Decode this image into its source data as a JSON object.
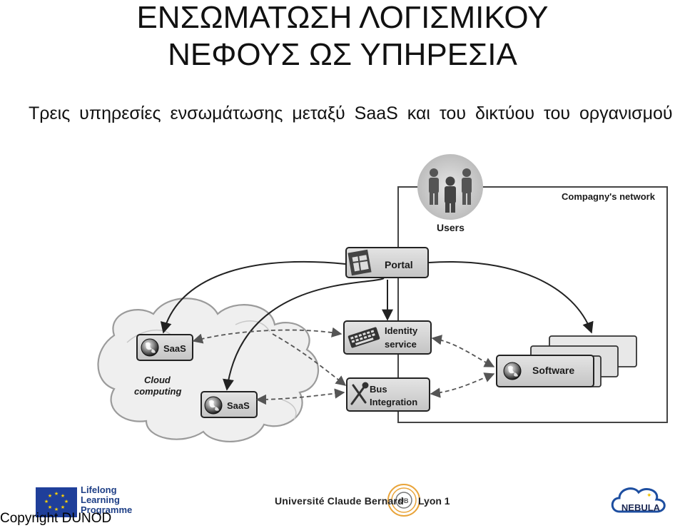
{
  "slide": {
    "title_line1": "ΕΝΣΩΜΑΤΩΣΗ ΛΟΓΙΣΜΙΚΟΥ",
    "title_line2": "ΝΕΦΟΥΣ ΩΣ ΥΠΗΡΕΣΙΑ",
    "subtitle": "Τρεις υπηρεσίες ενσωμάτωσης μεταξύ SaaS και του δικτύου του οργανισμού"
  },
  "diagram": {
    "network_label": "Compagny's network",
    "users_label": "Users",
    "portal_label": "Portal",
    "identity_label_line1": "Identity",
    "identity_label_line2": "service",
    "bus_label_line1": "Bus",
    "bus_label_line2": "Integration",
    "software_label": "Software",
    "saas_label_1": "SaaS",
    "saas_label_2": "SaaS",
    "cloud_label_line1": "Cloud",
    "cloud_label_line2": "computing",
    "icons": [
      "users-icon",
      "portal-window-icon",
      "identity-keyboard-icon",
      "bus-tools-icon",
      "globe-icon"
    ]
  },
  "footer": {
    "copyright": "Copyright DUNOD",
    "llp_line1": "Lifelong",
    "llp_line2": "Learning",
    "llp_line3": "Programme",
    "university": "Université Claude Bernard",
    "lyon": "Lyon 1",
    "nebula": "NEBULA"
  },
  "colors": {
    "eu_blue": "#1f3f9a",
    "eu_star": "#ffd200",
    "box_fill": "#d5d5d5",
    "box_stroke": "#2a2a2a",
    "nebula_blue": "#1d4ea0",
    "ucbl_orange": "#e9a43a"
  }
}
